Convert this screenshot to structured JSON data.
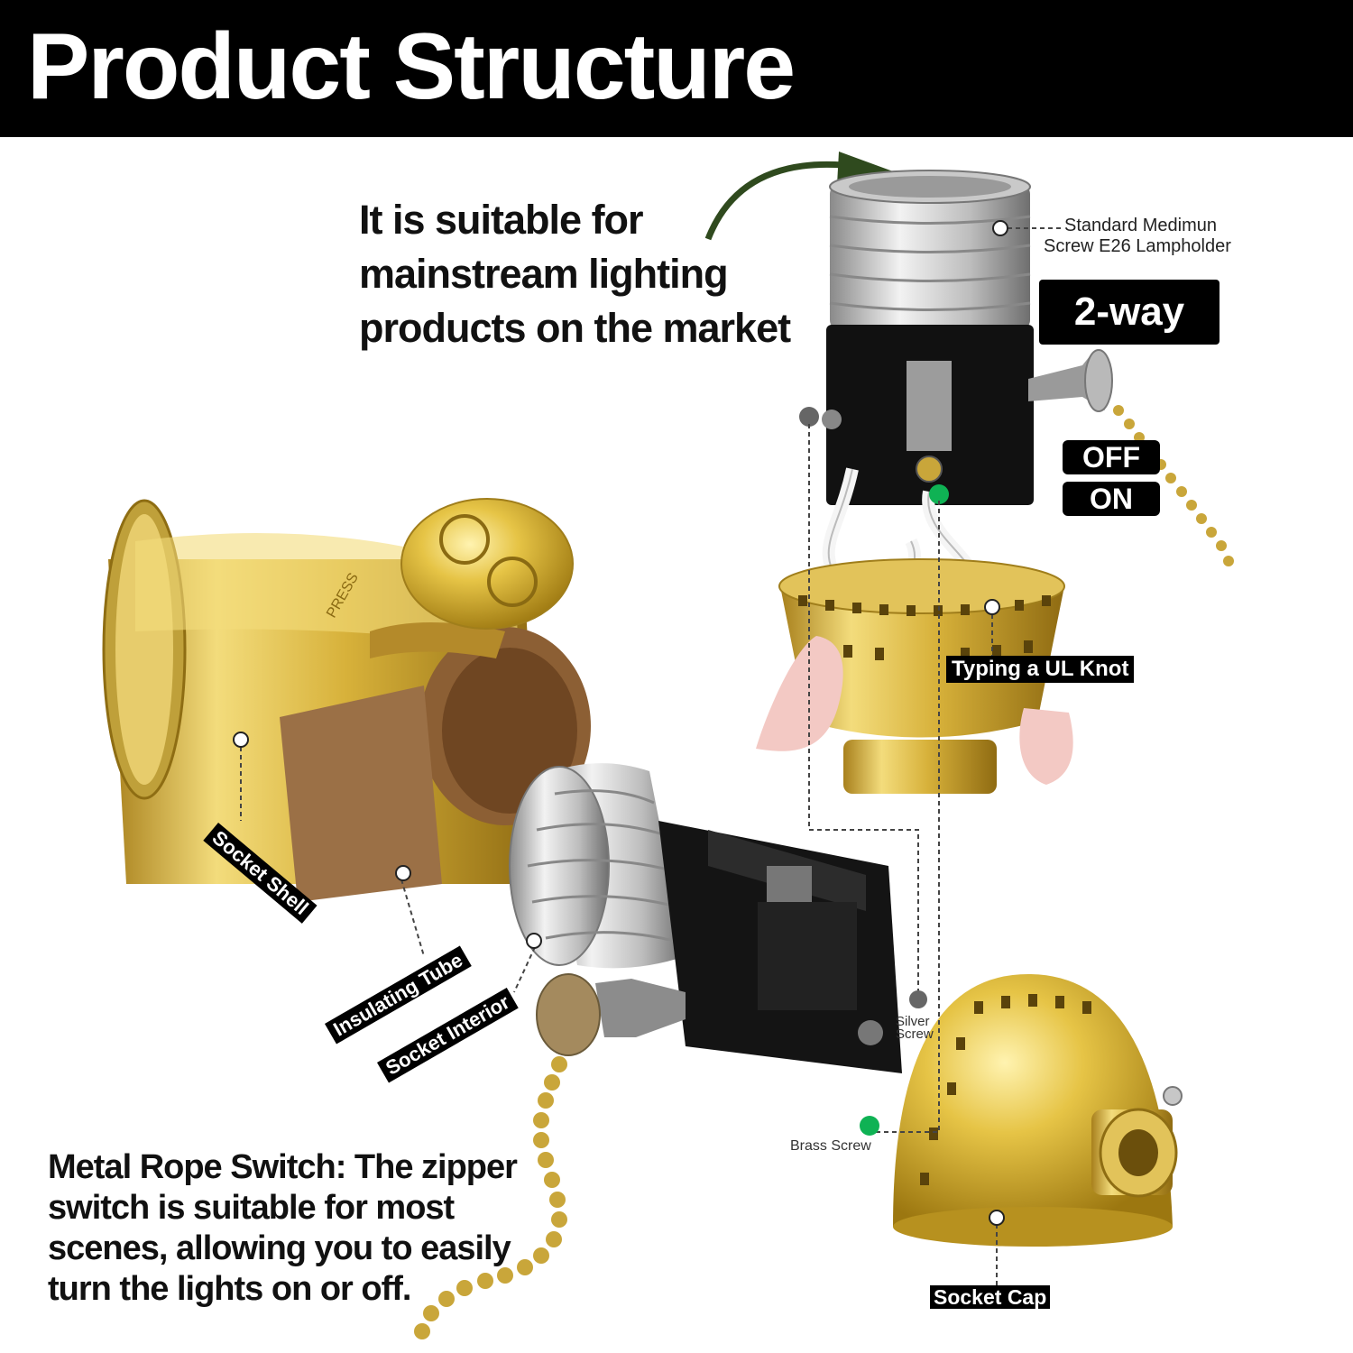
{
  "header": {
    "title": "Product Structure"
  },
  "intro": {
    "lines": [
      "It is suitable for",
      "mainstream lighting",
      "products on the market"
    ]
  },
  "labels": {
    "lampholder_line1": "Standard Medimun",
    "lampholder_line2": "Screw E26 Lampholder",
    "two_way": "2-way",
    "off": "OFF",
    "on": "ON",
    "ul_knot": "Typing a UL Knot",
    "socket_shell": "Socket Shell",
    "insulating_tube": "Insulating Tube",
    "socket_interior": "Socket Interior",
    "silver_screw_1": "Silver",
    "silver_screw_2": "Screw",
    "brass_screw": "Brass Screw",
    "socket_cap": "Socket Cap",
    "press": "PRESS"
  },
  "switch_text": {
    "lines": [
      "Metal Rope Switch: The zipper",
      "switch is suitable for most",
      "scenes, allowing you to easily",
      "turn the lights on or off."
    ]
  },
  "colors": {
    "brass": "#d8b23a",
    "black": "#000000",
    "green_dot": "#0fb254",
    "arrow": "#2f4a1e"
  }
}
